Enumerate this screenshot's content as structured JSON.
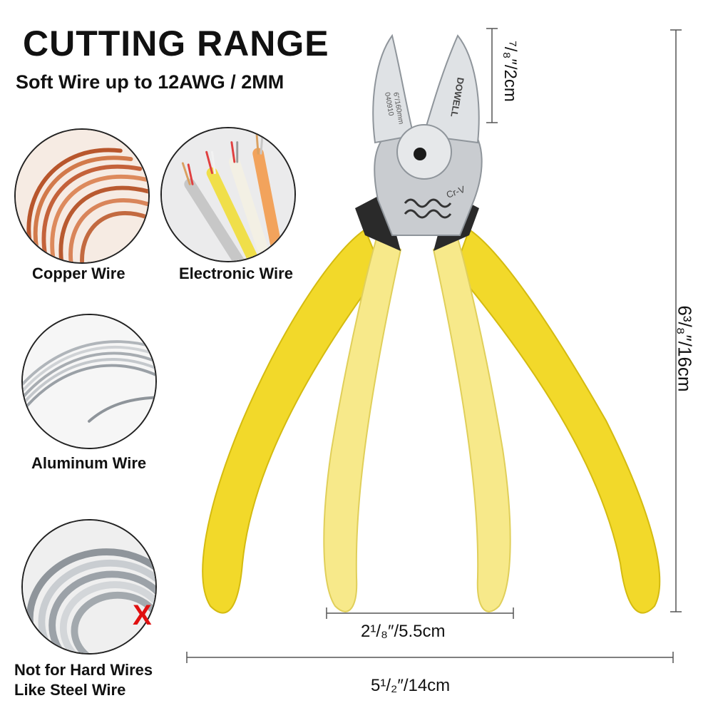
{
  "header": {
    "title": "CUTTING RANGE",
    "subtitle": "Soft Wire up to 12AWG / 2MM"
  },
  "samples": [
    {
      "label": "Copper Wire",
      "icon": "copper-wire-coil-icon"
    },
    {
      "label": "Electronic Wire",
      "icon": "electronic-wire-icon"
    },
    {
      "label": "Aluminum Wire",
      "icon": "aluminum-wire-coil-icon"
    },
    {
      "label_line1": "Not for Hard Wires",
      "label_line2": "Like Steel Wire",
      "icon": "steel-wire-coil-icon",
      "mark": "X"
    }
  ],
  "tool": {
    "brand": "DOWELL",
    "blade_text_1": "6\"/160mm",
    "blade_text_2": "040910",
    "steel": "Cr-V"
  },
  "dimensions": {
    "jaw_length": "⁷/₈″/2cm",
    "total_length": "6³/₈″/16cm",
    "handle_gap": "2¹/₈″/5.5cm",
    "total_width": "5¹/₂″/14cm"
  },
  "colors": {
    "handle_dark": "#f2d92a",
    "handle_light": "#f7e98a",
    "metal": "#c9ccd0",
    "copper": "#c8673a",
    "x_mark": "#e01010"
  }
}
